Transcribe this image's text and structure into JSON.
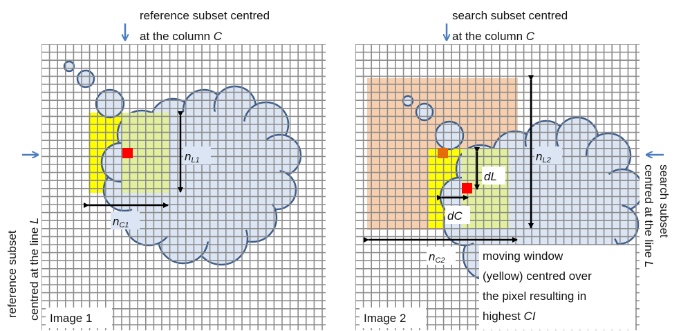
{
  "image1": {
    "top_annotation": {
      "line1": "reference subset centred",
      "line2_prefix": "at the column ",
      "line2_var": "C"
    },
    "side_annotation": {
      "line1": "reference subset",
      "line2_prefix": "centred at the line ",
      "line2_var": "L"
    },
    "height_label": {
      "main": "n",
      "sub": "L1"
    },
    "width_label": {
      "main": "n",
      "sub": "C1"
    },
    "image_label": "Image 1"
  },
  "image2": {
    "top_annotation": {
      "line1": "search subset centred",
      "line2_prefix": "at the column ",
      "line2_var": "C"
    },
    "side_annotation": {
      "line1": "search subset",
      "line2_prefix": "centred at the line ",
      "line2_var": "L"
    },
    "height_label": {
      "main": "n",
      "sub": "L2"
    },
    "width_label": {
      "main": "n",
      "sub": "C2"
    },
    "dl_label": "dL",
    "dc_label": "dC",
    "image_label": "Image 2",
    "callout": {
      "line1": "moving window",
      "line2": "(yellow) centred over",
      "line3": "the pixel resulting in",
      "line4_prefix": "highest ",
      "line4_var": "CI"
    }
  },
  "colors": {
    "grid": "#8c8c8c",
    "cloud_fill": "#dbe5f3",
    "cloud_stroke": "#3d5c8a",
    "yellow": "#ffff00",
    "light_yellow": "#e2ef9c",
    "search_area": "#f8cfae",
    "red": "#ff0000",
    "orange": "#e46c0a",
    "arrow_blue": "#4a7cc1"
  }
}
